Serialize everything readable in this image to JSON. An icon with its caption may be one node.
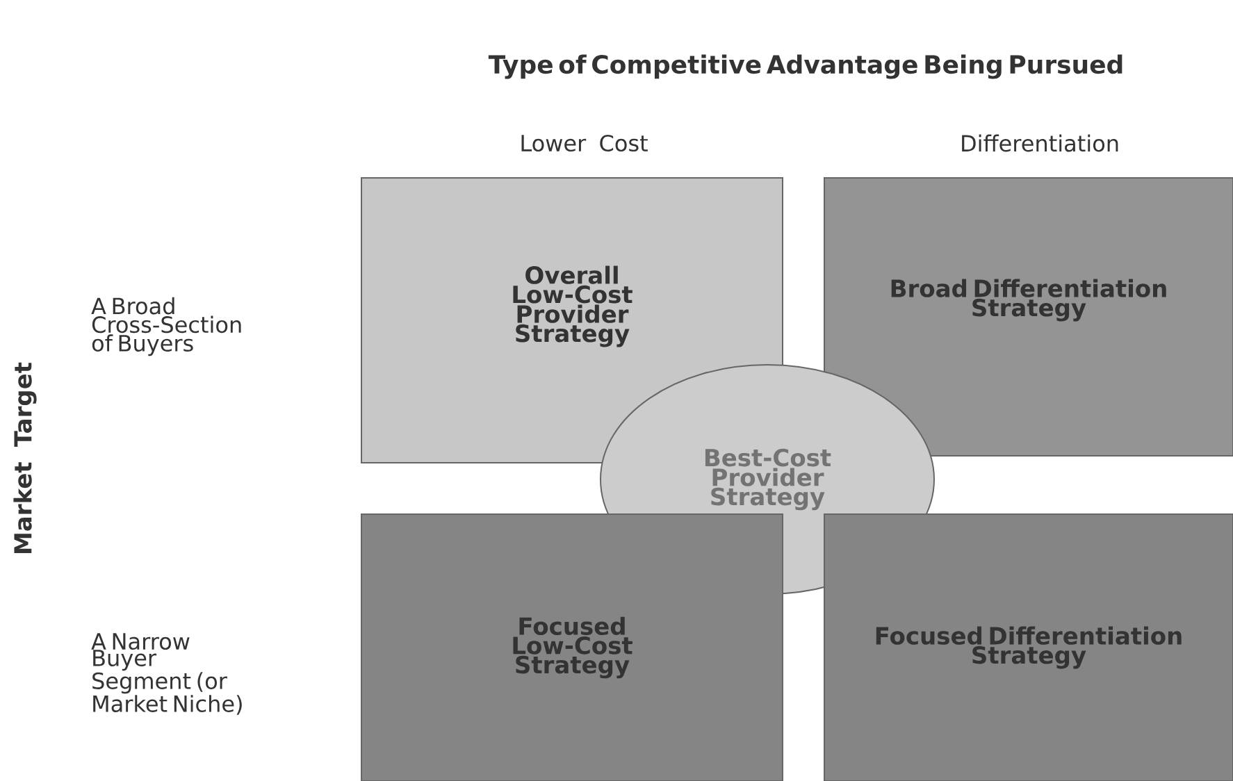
{
  "diagram": {
    "title": "Type of Competitive Advantage Being Pursued",
    "nodes": [
      {
        "text": [
          "Overall Low-Cost Provider Strategy"
        ]
      },
      {
        "text": [
          "Broad Differentiation Strategy"
        ]
      },
      {
        "text": [
          "Best-Cost Provider Strategy"
        ]
      },
      {
        "text": [
          "Focused Low-Cost Strategy"
        ]
      },
      {
        "text": [
          "Focused Differentiation Strategy"
        ]
      }
    ],
    "labels": [
      "Lower Cost",
      "Differentiation",
      "Market Target",
      "A Broad Cross-Section of Buyers",
      "A Narrow Buyer Segment (or Market Niche)"
    ]
  }
}
